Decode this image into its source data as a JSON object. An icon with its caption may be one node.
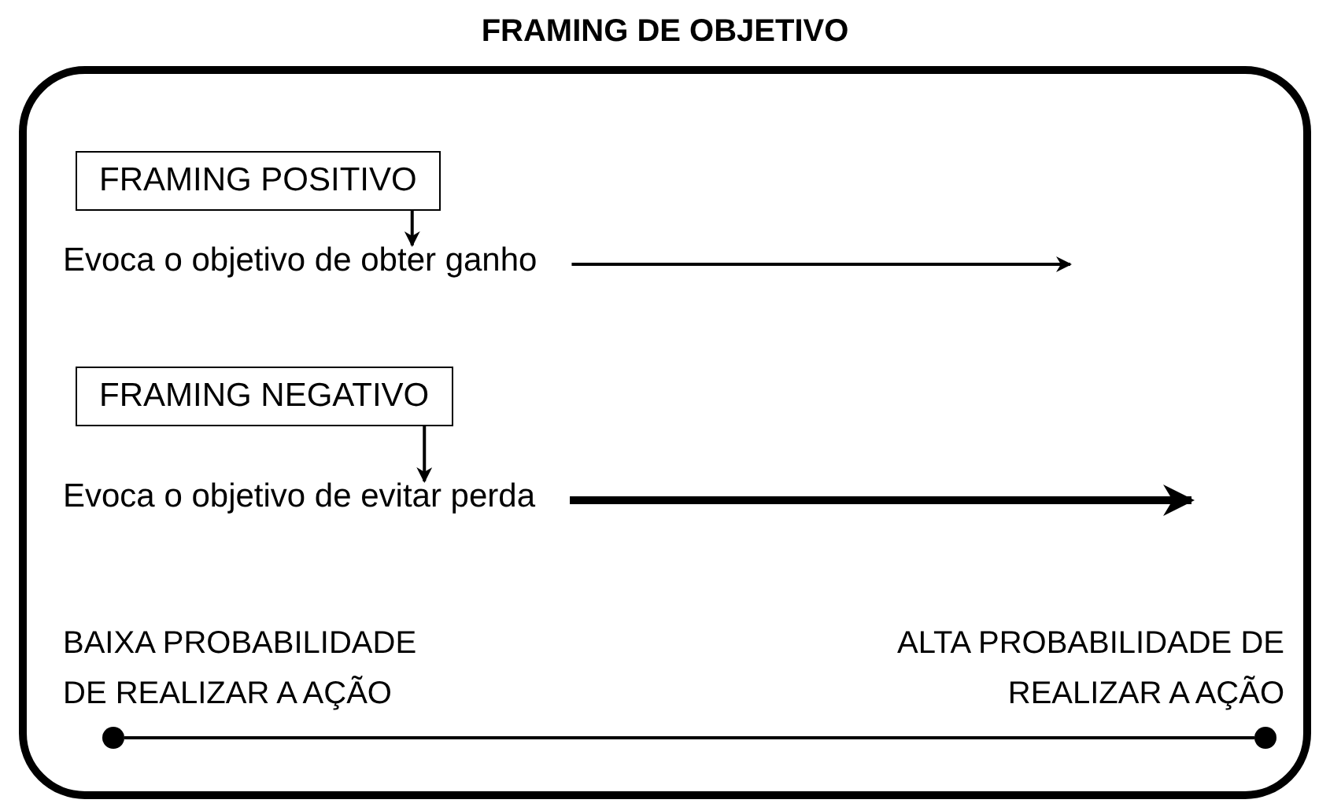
{
  "diagram": {
    "nodes": [
      {
        "text": [
          "FRAMING DE OBJETIVO"
        ]
      },
      {
        "text": [
          "FRAMING POSITIVO"
        ],
        "in": 0
      },
      {
        "text": [
          "Evoca o objetivo de obter ganho"
        ],
        "in": 0
      },
      {
        "text": [
          "FRAMING NEGATIVO"
        ],
        "in": 0
      },
      {
        "text": [
          "Evoca o objetivo de evitar perda"
        ],
        "in": 0
      },
      {
        "text": [
          "BAIXA PROBABILIDADE DE REALIZAR A AÇÃO"
        ],
        "in": 0
      },
      {
        "text": [
          "ALTA PROBABILIDADE DE REALIZAR A AÇÃO"
        ],
        "in": 0
      },
      {
        "text": [],
        "shape": "circle",
        "in": 0
      },
      {
        "text": [],
        "shape": "circle",
        "in": 0
      }
    ],
    "edges": [
      {
        "from": 1,
        "to": 2,
        "arrow": "to"
      },
      {
        "from": 2,
        "to": null,
        "arrow": "to"
      },
      {
        "from": 3,
        "to": 4,
        "arrow": "to"
      },
      {
        "from": 4,
        "to": null,
        "arrow": "to",
        "style": "thick"
      },
      {
        "from": 7,
        "to": 8,
        "arrow": "none"
      }
    ]
  }
}
